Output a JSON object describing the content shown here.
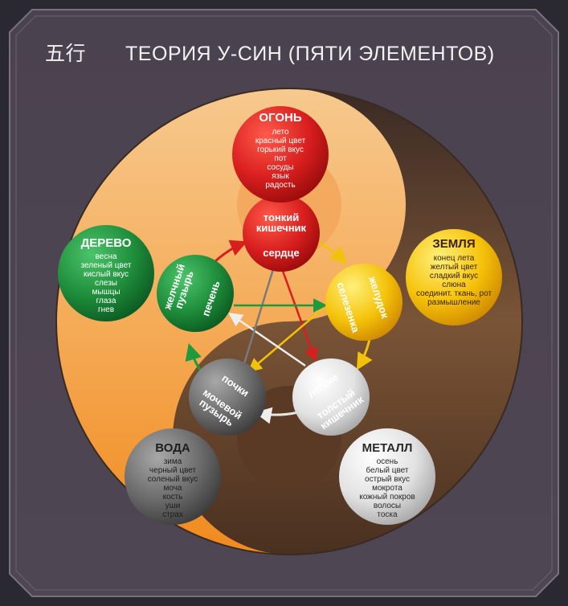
{
  "title": {
    "chinese": "五行",
    "main": "ТЕОРИЯ У-СИН (ПЯТИ ЭЛЕМЕНТОВ)"
  },
  "colors": {
    "page_background": "#2a2830",
    "panel": "#4e4452",
    "panel_border": "#7a7080",
    "yin_yang_light": "#f4a24a",
    "yin_yang_dark": "#5a3a2a",
    "fire": "#d81e1e",
    "earth": "#f5c20a",
    "metal": "#e6e6e6",
    "water": "#707070",
    "wood": "#1e8c3a"
  },
  "elements": {
    "fire": {
      "name": "ОГОНЬ",
      "attributes": [
        "лето",
        "красный цвет",
        "горький вкус",
        "пот",
        "сосуды",
        "язык",
        "радость"
      ]
    },
    "earth": {
      "name": "ЗЕМЛЯ",
      "attributes": [
        "конец лета",
        "желтый цвет",
        "сладкий вкус",
        "слюна",
        "соединит. ткань, рот",
        "размышление"
      ]
    },
    "metal": {
      "name": "МЕТАЛЛ",
      "attributes": [
        "осень",
        "белый цвет",
        "острый вкус",
        "мокрота",
        "кожный покров",
        "волосы",
        "тоска"
      ]
    },
    "water": {
      "name": "ВОДА",
      "attributes": [
        "зима",
        "черный цвет",
        "соленый вкус",
        "моча",
        "кость",
        "уши",
        "страх"
      ]
    },
    "wood": {
      "name": "ДЕРЕВО",
      "attributes": [
        "весна",
        "зеленый цвет",
        "кислый вкус",
        "слезы",
        "мышцы",
        "глаза",
        "гнев"
      ]
    }
  },
  "organs": {
    "fire": {
      "outer": "тонкий кишечник",
      "inner": "сердце"
    },
    "earth": {
      "outer": "желудок",
      "inner": "селезенка"
    },
    "metal": {
      "outer": "толстый кишечник",
      "inner": "легкие"
    },
    "water": {
      "outer": "мочевой пузырь",
      "inner": "почки"
    },
    "wood": {
      "outer": "желчный пузырь",
      "inner": "печень"
    }
  }
}
